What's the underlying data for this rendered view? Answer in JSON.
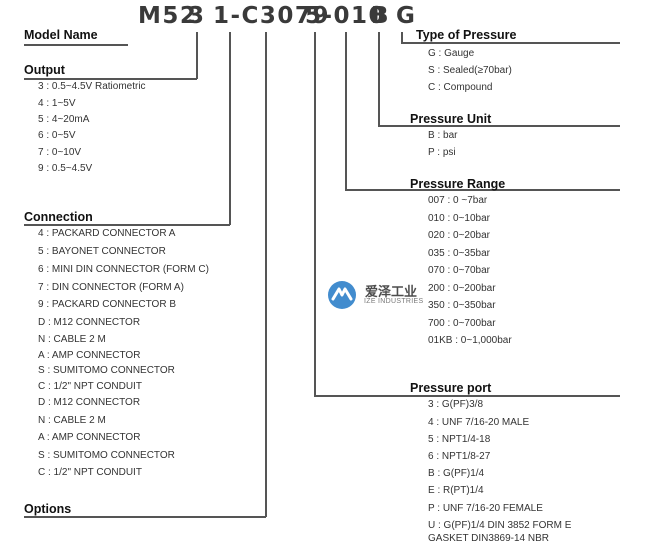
{
  "code_parts": [
    "M52",
    "3",
    "1-C3079",
    "5-010",
    "B",
    "G"
  ],
  "headings": {
    "model_name": "Model Name",
    "output": "Output",
    "connection": "Connection",
    "options": "Options",
    "type_of_pressure": "Type  of  Pressure",
    "pressure_unit": "Pressure  Unit",
    "pressure_range": "Pressure  Range",
    "pressure_port": "Pressure  port"
  },
  "output_items": [
    "3 : 0.5~4.5V Ratiometric",
    "4 : 1~5V",
    "5 : 4~20mA",
    "6 : 0~5V",
    "7 : 0~10V",
    "9 : 0.5~4.5V"
  ],
  "connection_items": [
    "4 : PACKARD CONNECTOR A",
    "5 : BAYONET CONNECTOR",
    "6 : MINI DIN CONNECTOR (FORM C)",
    "7 : DIN CONNECTOR (FORM A)",
    "9 : PACKARD CONNECTOR B",
    "D : M12 CONNECTOR",
    "N : CABLE 2 M",
    "A : AMP CONNECTOR",
    "S : SUMITOMO CONNECTOR",
    "C : 1/2\" NPT CONDUIT",
    "D : M12 CONNECTOR",
    "N : CABLE 2 M",
    "A : AMP CONNECTOR",
    "S : SUMITOMO CONNECTOR",
    "C : 1/2\" NPT CONDUIT"
  ],
  "type_items": [
    "G : Gauge",
    "S : Sealed(≥70bar)",
    "C : Compound"
  ],
  "unit_items": [
    "B : bar",
    "P : psi"
  ],
  "range_items": [
    "007 : 0 ~7bar",
    "010 : 0~10bar",
    "020 : 0~20bar",
    "035 : 0~35bar",
    "070 : 0~70bar",
    "200 : 0~200bar",
    "350 : 0~350bar",
    "700 : 0~700bar",
    "01KB : 0~1,000bar"
  ],
  "port_items": [
    "3 : G(PF)3/8",
    "4 : UNF 7/16-20 MALE",
    "5 : NPT1/4-18",
    "6 : NPT1/8-27",
    "B : G(PF)1/4",
    "E : R(PT)1/4",
    "P : UNF 7/16-20 FEMALE",
    "U : G(PF)1/4 DIN 3852 FORM E",
    "GASKET DIN3869-14 NBR"
  ],
  "watermark": {
    "title": "爱泽工业",
    "subtitle": "IZE INDUSTRIES",
    "brand_color": "#2d7fc9"
  }
}
